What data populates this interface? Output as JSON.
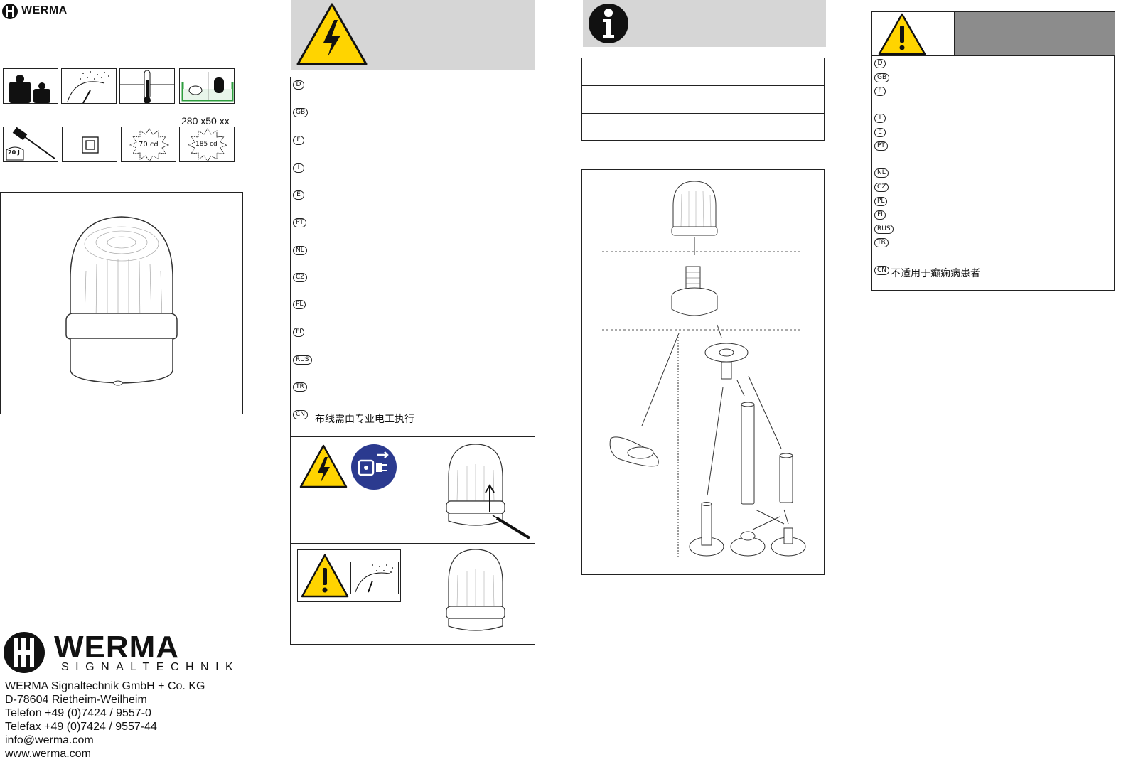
{
  "brand": {
    "small_logo_text": "WERMA",
    "big_logo_text": "WERMA",
    "tagline": "SIGNALTECHNIK"
  },
  "icons": {
    "row1": [
      "weights-icon",
      "rain-protection-icon",
      "thermometer-icon",
      "immersion-icon"
    ],
    "impact_label": "20 J",
    "cd70": "70 cd",
    "cd185": "185 cd",
    "part_number": "280 x50 xx"
  },
  "electrical_warning": {
    "languages": [
      "D",
      "GB",
      "F",
      "I",
      "E",
      "PT",
      "NL",
      "CZ",
      "PL",
      "FI",
      "RUS",
      "TR",
      "CN"
    ],
    "cn_text": "布线需由专业电工执行"
  },
  "epilepsy_warning": {
    "languages": [
      "D",
      "GB",
      "F",
      "I",
      "E",
      "PT",
      "NL",
      "CZ",
      "PL",
      "FI",
      "RUS",
      "TR",
      "CN"
    ],
    "cn_text": "不适用于癫痫病患者"
  },
  "contact": {
    "company": "WERMA Signaltechnik GmbH + Co. KG",
    "address": "D-78604 Rietheim-Weilheim",
    "phone": "Telefon +49 (0)7424 / 9557-0",
    "fax": "Telefax +49 (0)7424 / 9557-44",
    "email": "info@werma.com",
    "web": "www.werma.com"
  },
  "colors": {
    "warning_yellow": "#ffd400",
    "info_gray": "#d6d6d6",
    "header_dark_gray": "#8c8c8c",
    "mandatory_blue": "#2b3a8f",
    "immersion_green": "#2e9e3e"
  }
}
